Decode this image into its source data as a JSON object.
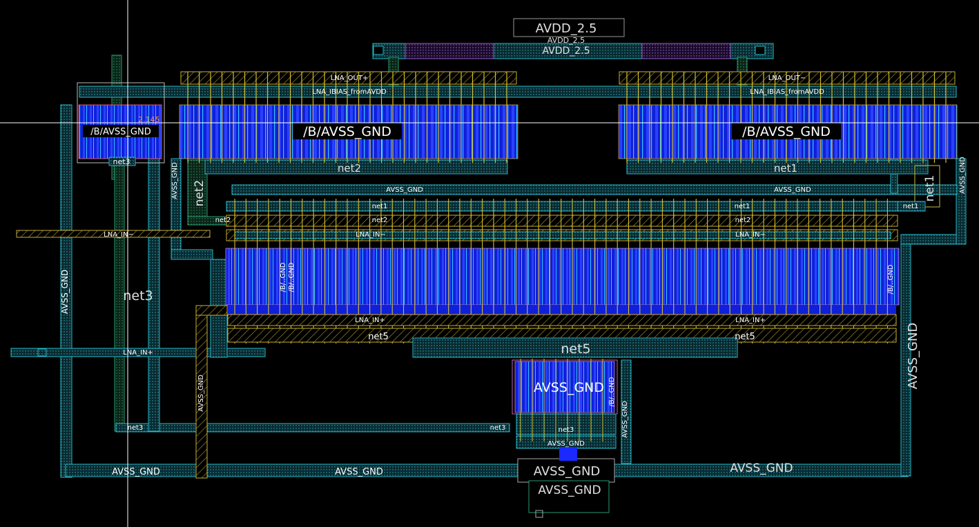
{
  "labels": {
    "avdd_main": "AVDD_2.5",
    "avdd_small": "AVDD_2.5",
    "avdd_mid": "AVDD_2.5",
    "lna_out_plus": "LNA_OUT+",
    "lna_out_minus": "LNA_OUT−",
    "ibias_left": "LNA_IBIAS_fromAVDD",
    "ibias_right": "LNA_IBIAS_fromAVDD",
    "b_avss_small": "/B/AVSS_GND",
    "b_avss_left": "/B/AVSS_GND",
    "b_avss_right": "/B/AVSS_GND",
    "coord": "2.145",
    "net3_top": "net3",
    "net2_bar": "net2",
    "net1_bar": "net1",
    "net2_vertical": "net2",
    "net1_vertical": "net1",
    "avss_vertical_left_small": "AVSS_GND",
    "avss_vertical_right_small": "AVSS_GND",
    "avss_bar_left": "AVSS_GND",
    "avss_bar_right": "AVSS_GND",
    "net1_row_left": "net1",
    "net1_row_right": "net1",
    "net1_row_far": "net1",
    "net2_row_small": "net2",
    "net2_row_left": "net2",
    "net2_row_right": "net2",
    "lna_in_minus_left": "LNA_IN−",
    "lna_in_minus_mid": "LNA_IN−",
    "lna_in_minus_right": "LNA_IN−",
    "b_dots_1": "/B/..GND",
    "b_dots_2": "/B/..GND",
    "b_dots_3": "/B/..GND",
    "lna_in_plus_mid": "LNA_IN+",
    "lna_in_plus_right": "LNA_IN+",
    "lna_in_plus_left": "LNA_IN+",
    "net5_left": "net5",
    "net5_right": "net5",
    "net5_big": "net5",
    "net3_big": "net3",
    "avss_big_vertical": "AVSS_GND",
    "avss_vertical_mid": "AVSS_GND",
    "avss_vertical_right_big": "AVSS_GND",
    "avss_small_device": "AVSS_GND",
    "b_dots_small": "/B/..GND",
    "avss_vertical_small_device": "AVSS_GND",
    "net3_bottom_left": "net3",
    "net3_bottom_right": "net3",
    "net3_small_device": "net3",
    "avss_small_device_bottom": "AVSS_GND",
    "avss_bottom_left": "AVSS_GND",
    "avss_bottom_mid": "AVSS_GND",
    "avss_bottom_center": "AVSS_GND",
    "avss_bottom_center2": "AVSS_GND",
    "avss_bottom_right": "AVSS_GND"
  },
  "colors": {
    "background": "#000000",
    "metal_blue": "#1a2cff",
    "metal_cyan": "#22c8e8",
    "poly_yellow": "#d8c030",
    "teal_wire": "#2aa8a8",
    "violet": "#b070d0",
    "text_white": "#e8e8e8",
    "cursor": "#ffffff"
  }
}
